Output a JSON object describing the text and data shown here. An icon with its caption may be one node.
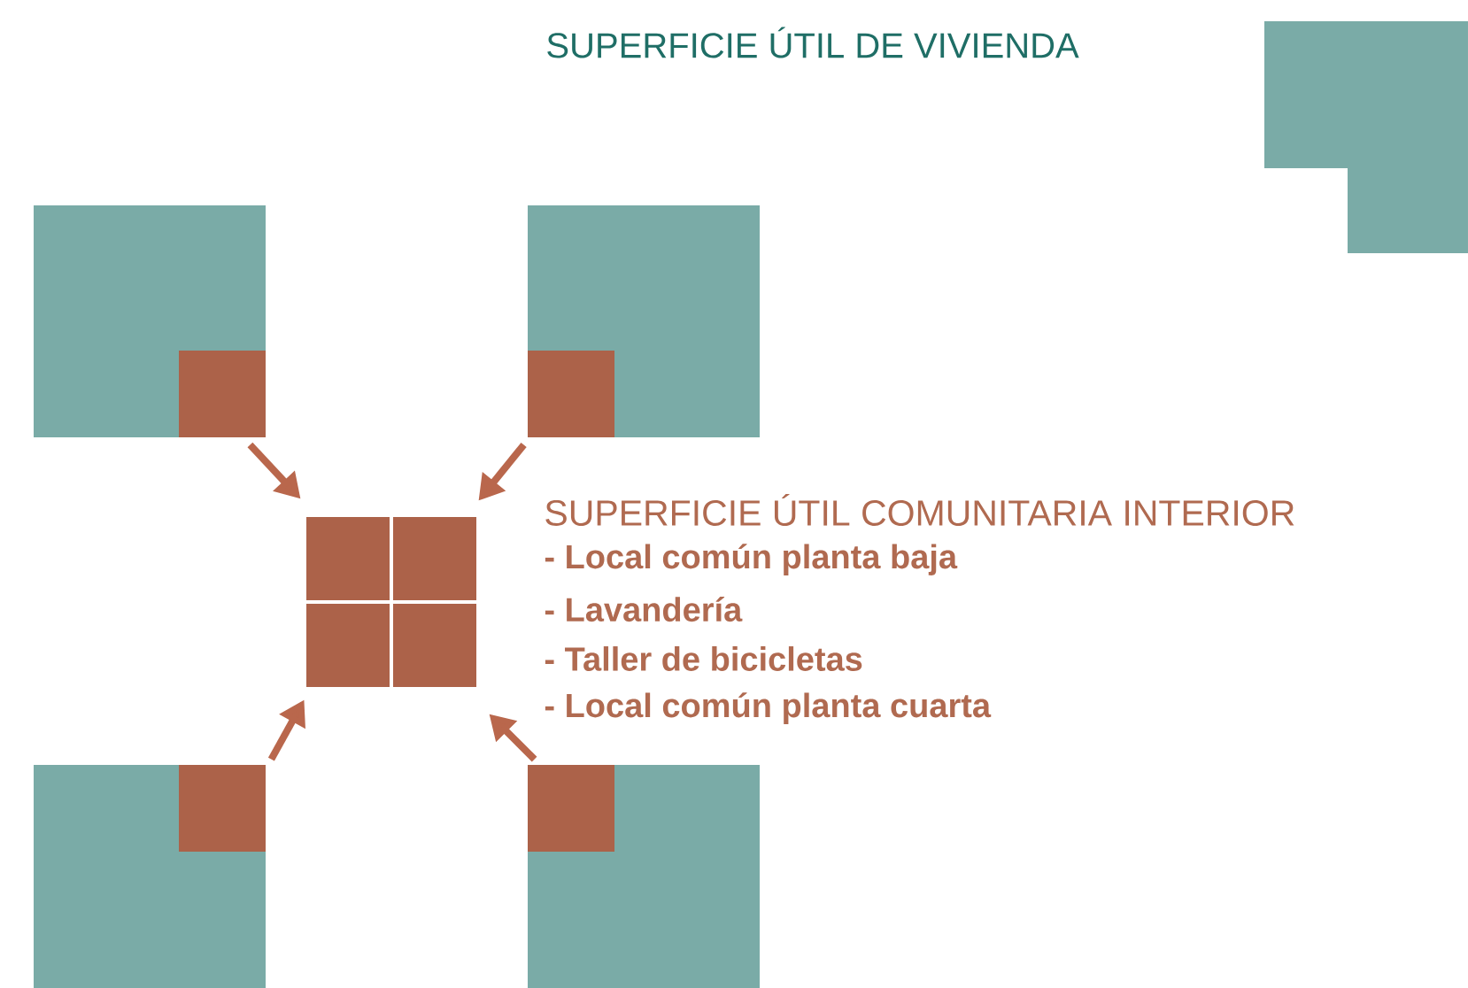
{
  "diagram": {
    "nodes": [
      {
        "text": [],
        "shape": "box"
      },
      {
        "text": [],
        "shape": "box"
      },
      {
        "text": [],
        "shape": "box"
      },
      {
        "text": [],
        "shape": "box"
      },
      {
        "text": [],
        "shape": "box",
        "beside": [
          "SUPERFICIE ÚTIL COMUNITARIA INTERIOR",
          "- Local común planta baja",
          "- Lavandería",
          "- Taller de bicicletas",
          "- Local común planta cuarta"
        ]
      }
    ],
    "edges": [
      {
        "from": 0,
        "to": 4,
        "arrow": "to"
      },
      {
        "from": 1,
        "to": 4,
        "arrow": "to"
      },
      {
        "from": 2,
        "to": 4,
        "arrow": "to"
      },
      {
        "from": 3,
        "to": 4,
        "arrow": "to"
      }
    ],
    "legend": [
      {
        "text": "SUPERFICIE ÚTIL DE VIVIENDA",
        "color": "#7aaba7"
      }
    ]
  }
}
